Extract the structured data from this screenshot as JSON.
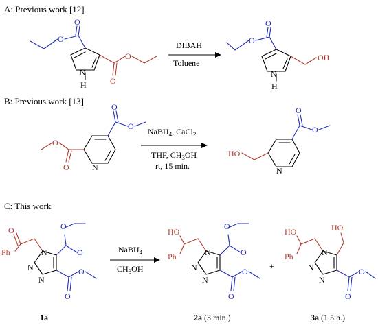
{
  "sections": {
    "a": {
      "label": "A: Previous work [12]",
      "reagent_top": "DIBAH",
      "reagent_bottom": "Toluene"
    },
    "b": {
      "label": "B: Previous work [13]",
      "reagent_top_main": "NaBH",
      "reagent_top_sub": "4",
      "reagent_top_rest": ", CaCl",
      "reagent_top_sub2": "2",
      "reagent_mid_main": "THF, CH",
      "reagent_mid_sub": "3",
      "reagent_mid_rest": "OH",
      "reagent_bottom": "rt, 15 min."
    },
    "c": {
      "label": "C: This work",
      "reagent_top_main": "NaBH",
      "reagent_top_sub": "4",
      "reagent_bottom_main": "CH",
      "reagent_bottom_sub": "3",
      "reagent_bottom_rest": "OH",
      "plus": "+"
    }
  },
  "atoms": {
    "O": "O",
    "N": "N",
    "H": "H",
    "OH": "OH",
    "HO": "HO",
    "Ph": "Ph"
  },
  "compounds": {
    "c1a": {
      "id": "1a",
      "note": ""
    },
    "c2a": {
      "id": "2a",
      "note": " (3 min.)"
    },
    "c3a": {
      "id": "3a",
      "note": " (1.5 h.)"
    }
  },
  "colors": {
    "red": "#b03a2e",
    "blue": "#1f2fb5",
    "black": "#000000"
  }
}
